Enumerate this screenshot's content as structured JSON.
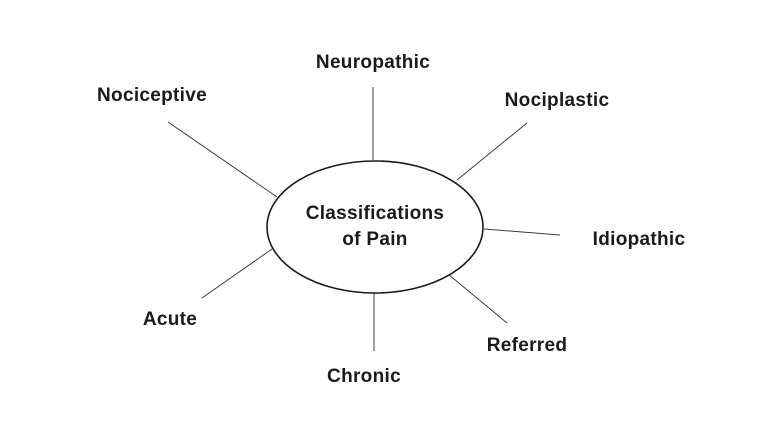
{
  "diagram": {
    "title": "Classifications of Pain",
    "center": {
      "line1": "Classifications",
      "line2": "of Pain"
    },
    "nodes": [
      {
        "id": "nociceptive",
        "label": "Nociceptive"
      },
      {
        "id": "neuropathic",
        "label": "Neuropathic"
      },
      {
        "id": "nociplastic",
        "label": "Nociplastic"
      },
      {
        "id": "idiopathic",
        "label": "Idiopathic"
      },
      {
        "id": "referred",
        "label": "Referred"
      },
      {
        "id": "chronic",
        "label": "Chronic"
      },
      {
        "id": "acute",
        "label": "Acute"
      }
    ],
    "colors": {
      "background": "#ffffff",
      "text": "#1a1a1a",
      "spoke_line": "#3c3c3c",
      "ellipse_stroke": "#1a1a1a",
      "ellipse_fill": "#ffffff"
    }
  }
}
